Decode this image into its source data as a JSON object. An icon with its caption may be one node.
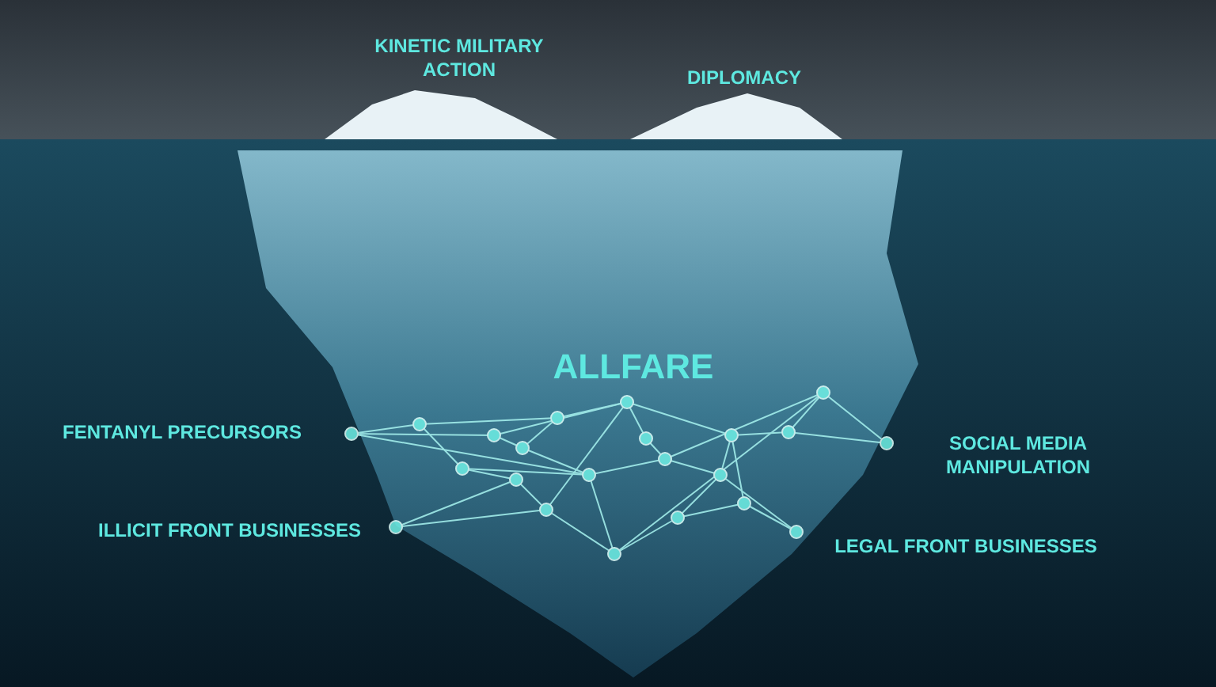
{
  "diagram": {
    "labels": [
      "KINETIC MILITARY ACTION",
      "DIPLOMACY",
      "ALLFARE",
      "FENTANYL PRECURSORS",
      "SOCIAL MEDIA MANIPULATION",
      "ILLICIT FRONT BUSINESSES",
      "LEGAL FRONT BUSINESSES"
    ]
  }
}
